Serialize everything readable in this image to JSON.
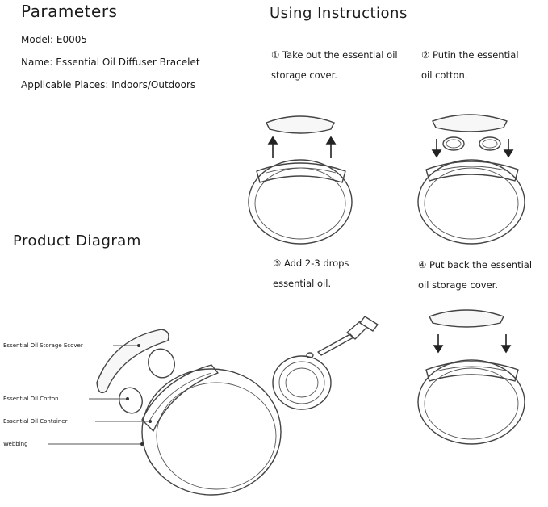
{
  "parameters": {
    "heading": "Parameters",
    "model": "Model: E0005",
    "name": "Name: Essential Oil Diffuser Bracelet",
    "places": "Applicable Places: Indoors/Outdoors"
  },
  "instructions": {
    "heading": "Using Instructions",
    "step1_line1": "① Take out the essential oil",
    "step1_line2": "storage cover.",
    "step2_line1": "② Putin the essential",
    "step2_line2": "oil cotton.",
    "step3_line1": "③ Add 2-3 drops",
    "step3_line2": "essential oil.",
    "step4_line1": "④ Put back the essential",
    "step4_line2": "oil storage cover."
  },
  "diagram": {
    "heading": "Product Diagram",
    "labels": {
      "cover": "Essential Oil Storage Ecover",
      "cotton": "Essential Oil Cotton",
      "container": "Essential Oil Container",
      "webbing": "Webbing"
    }
  }
}
